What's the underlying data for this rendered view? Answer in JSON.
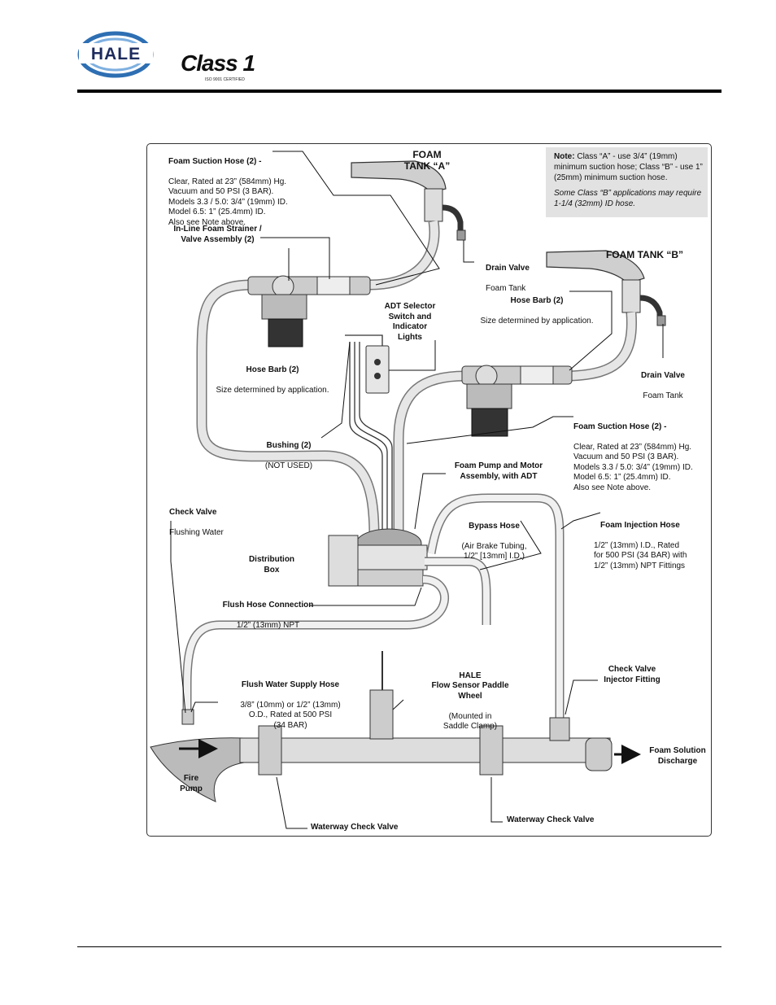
{
  "header": {
    "hale_logo_text": "HALE",
    "class1_logo_text": "Class 1",
    "class1_logo_sub": "ISO 9001 CERTIFIED"
  },
  "note": {
    "title": "Note:",
    "body": "Class “A” - use 3/4” (19mm) minimum suction hose;  Class “B” - use 1” (25mm) minimum suction hose.",
    "italic": "Some Class “B” applications may require 1-1/4 (32mm) ID hose."
  },
  "labels": {
    "foam_suction_a_title": "Foam Suction Hose (2) -",
    "foam_suction_a_body": "Clear, Rated at 23” (584mm) Hg.\nVacuum and 50 PSI (3 BAR).\nModels 3.3 / 5.0: 3/4” (19mm) ID.\nModel 6.5: 1” (25.4mm) ID.\nAlso see Note above.",
    "foam_tank_a": "FOAM\nTANK “A”",
    "foam_tank_b": "FOAM TANK “B”",
    "strainer": "In-Line Foam Strainer /\nValve Assembly (2)",
    "drain_valve_a_title": "Drain Valve",
    "drain_valve_a_body": "Foam Tank",
    "hose_barb_b_title": "Hose Barb (2)",
    "hose_barb_b_body": "Size determined by application.",
    "adt_selector": "ADT Selector\nSwitch and\nIndicator\nLights",
    "hose_barb_a_title": "Hose Barb (2)",
    "hose_barb_a_body": "Size determined by application.",
    "drain_valve_b_title": "Drain Valve",
    "drain_valve_b_body": "Foam Tank",
    "bushing_title": "Bushing (2)",
    "bushing_body": "(NOT USED)",
    "foam_suction_b_title": "Foam Suction Hose (2) -",
    "foam_suction_b_body": "Clear, Rated at 23” (584mm) Hg.\nVacuum and 50 PSI (3 BAR).\nModels 3.3 / 5.0: 3/4” (19mm) ID.\nModel 6.5: 1” (25.4mm) ID.\nAlso see Note above.",
    "pump_motor": "Foam Pump and Motor\nAssembly, with ADT",
    "check_valve_flush_title": "Check Valve",
    "check_valve_flush_body": "Flushing Water",
    "bypass_title": "Bypass Hose",
    "bypass_body": "(Air Brake Tubing,\n1/2” [13mm] I.D.)",
    "injection_title": "Foam Injection Hose",
    "injection_body": "1/2” (13mm) I.D., Rated\nfor 500 PSI (34 BAR) with\n1/2” (13mm) NPT Fittings",
    "distribution_box": "Distribution\nBox",
    "flush_conn_title": "Flush Hose Connection",
    "flush_conn_body": "1/2” (13mm) NPT",
    "check_valve_injector": "Check Valve\nInjector Fitting",
    "flush_supply_title": "Flush Water Supply Hose",
    "flush_supply_body": "3/8” (10mm) or 1/2” (13mm)\nO.D., Rated at 500 PSI\n(34 BAR)",
    "flow_sensor_title": "HALE\nFlow Sensor Paddle\nWheel",
    "flow_sensor_body": "(Mounted in\nSaddle Clamp)",
    "fire_pump": "Fire\nPump",
    "foam_solution": "Foam Solution\nDischarge",
    "waterway_check_left": "Waterway Check Valve",
    "waterway_check_right": "Waterway Check Valve"
  }
}
